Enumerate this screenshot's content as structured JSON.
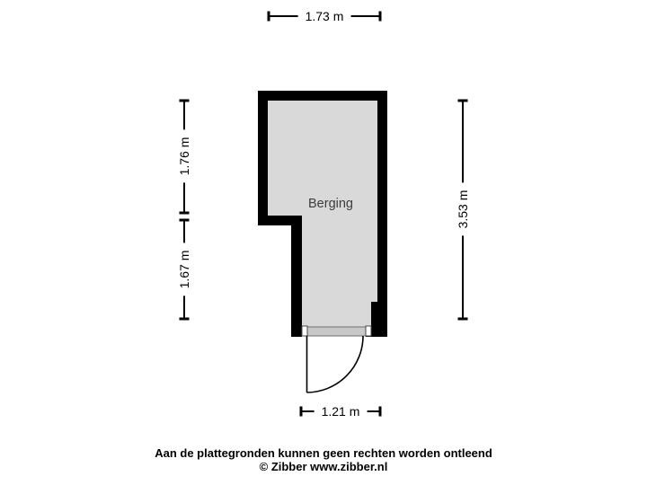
{
  "room": {
    "label": "Berging"
  },
  "dimensions": {
    "top": {
      "label": "1.73 m",
      "orientation": "horizontal",
      "side": "top"
    },
    "left_upper": {
      "label": "1.76 m",
      "orientation": "vertical",
      "side": "left"
    },
    "left_lower": {
      "label": "1.67 m",
      "orientation": "vertical",
      "side": "left"
    },
    "right": {
      "label": "3.53 m",
      "orientation": "vertical",
      "side": "right"
    },
    "bottom": {
      "label": "1.21 m",
      "orientation": "horizontal",
      "side": "bottom"
    }
  },
  "footer": {
    "disclaimer": "Aan de plattegronden kunnen geen rechten worden ontleend",
    "credit": "© Zibber www.zibber.nl"
  },
  "theme": {
    "background": "#ffffff",
    "wall_color": "#000000",
    "floor_color": "#d9d9d9",
    "dimension_line_color": "#000000",
    "label_background": "#ffffff",
    "label_text_color": "#000000",
    "room_text_color": "#3c3c3c",
    "threshold_color": "#c8c8c8"
  }
}
